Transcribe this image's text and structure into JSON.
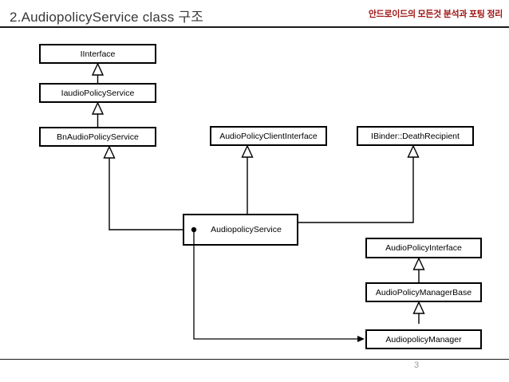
{
  "slide": {
    "title": "2.AudiopolicyService class 구조",
    "header_note": "안드로이드의 모든것 분석과 포팅 정리",
    "page_number": "3"
  },
  "colors": {
    "header_note": "#9e1414",
    "title": "#383838",
    "box_border": "#000000",
    "connector": "#000000",
    "page_number": "#9a9a9a",
    "background": "#ffffff"
  },
  "diagram": {
    "boxes": [
      {
        "id": "iinterface",
        "label": "IInterface"
      },
      {
        "id": "iaudio-policy-service",
        "label": "IaudioPolicyService"
      },
      {
        "id": "bn-audio-policy-service",
        "label": "BnAudioPolicyService"
      },
      {
        "id": "audio-policy-client-interface",
        "label": "AudioPolicyClientInterface"
      },
      {
        "id": "ibinder-death-recipient",
        "label": "IBinder::DeathRecipient"
      },
      {
        "id": "audiopolicy-service",
        "label": "AudiopolicyService"
      },
      {
        "id": "audio-policy-interface",
        "label": "AudioPolicyInterface"
      },
      {
        "id": "audio-policy-manager-base",
        "label": "AudioPolicyManagerBase"
      },
      {
        "id": "audiopolicy-manager",
        "label": "AudiopolicyManager"
      }
    ],
    "relations": [
      {
        "from": "IaudioPolicyService",
        "to": "IInterface",
        "type": "inheritance"
      },
      {
        "from": "BnAudioPolicyService",
        "to": "IaudioPolicyService",
        "type": "inheritance"
      },
      {
        "from": "AudiopolicyService",
        "to": "BnAudioPolicyService",
        "type": "inheritance"
      },
      {
        "from": "AudiopolicyService",
        "to": "AudioPolicyClientInterface",
        "type": "inheritance"
      },
      {
        "from": "AudiopolicyService",
        "to": "IBinder::DeathRecipient",
        "type": "inheritance"
      },
      {
        "from": "AudioPolicyManagerBase",
        "to": "AudioPolicyInterface",
        "type": "inheritance"
      },
      {
        "from": "AudiopolicyManager",
        "to": "AudioPolicyManagerBase",
        "type": "inheritance"
      },
      {
        "from": "AudiopolicyService",
        "to": "AudiopolicyManager",
        "type": "composition-arrow"
      }
    ]
  }
}
